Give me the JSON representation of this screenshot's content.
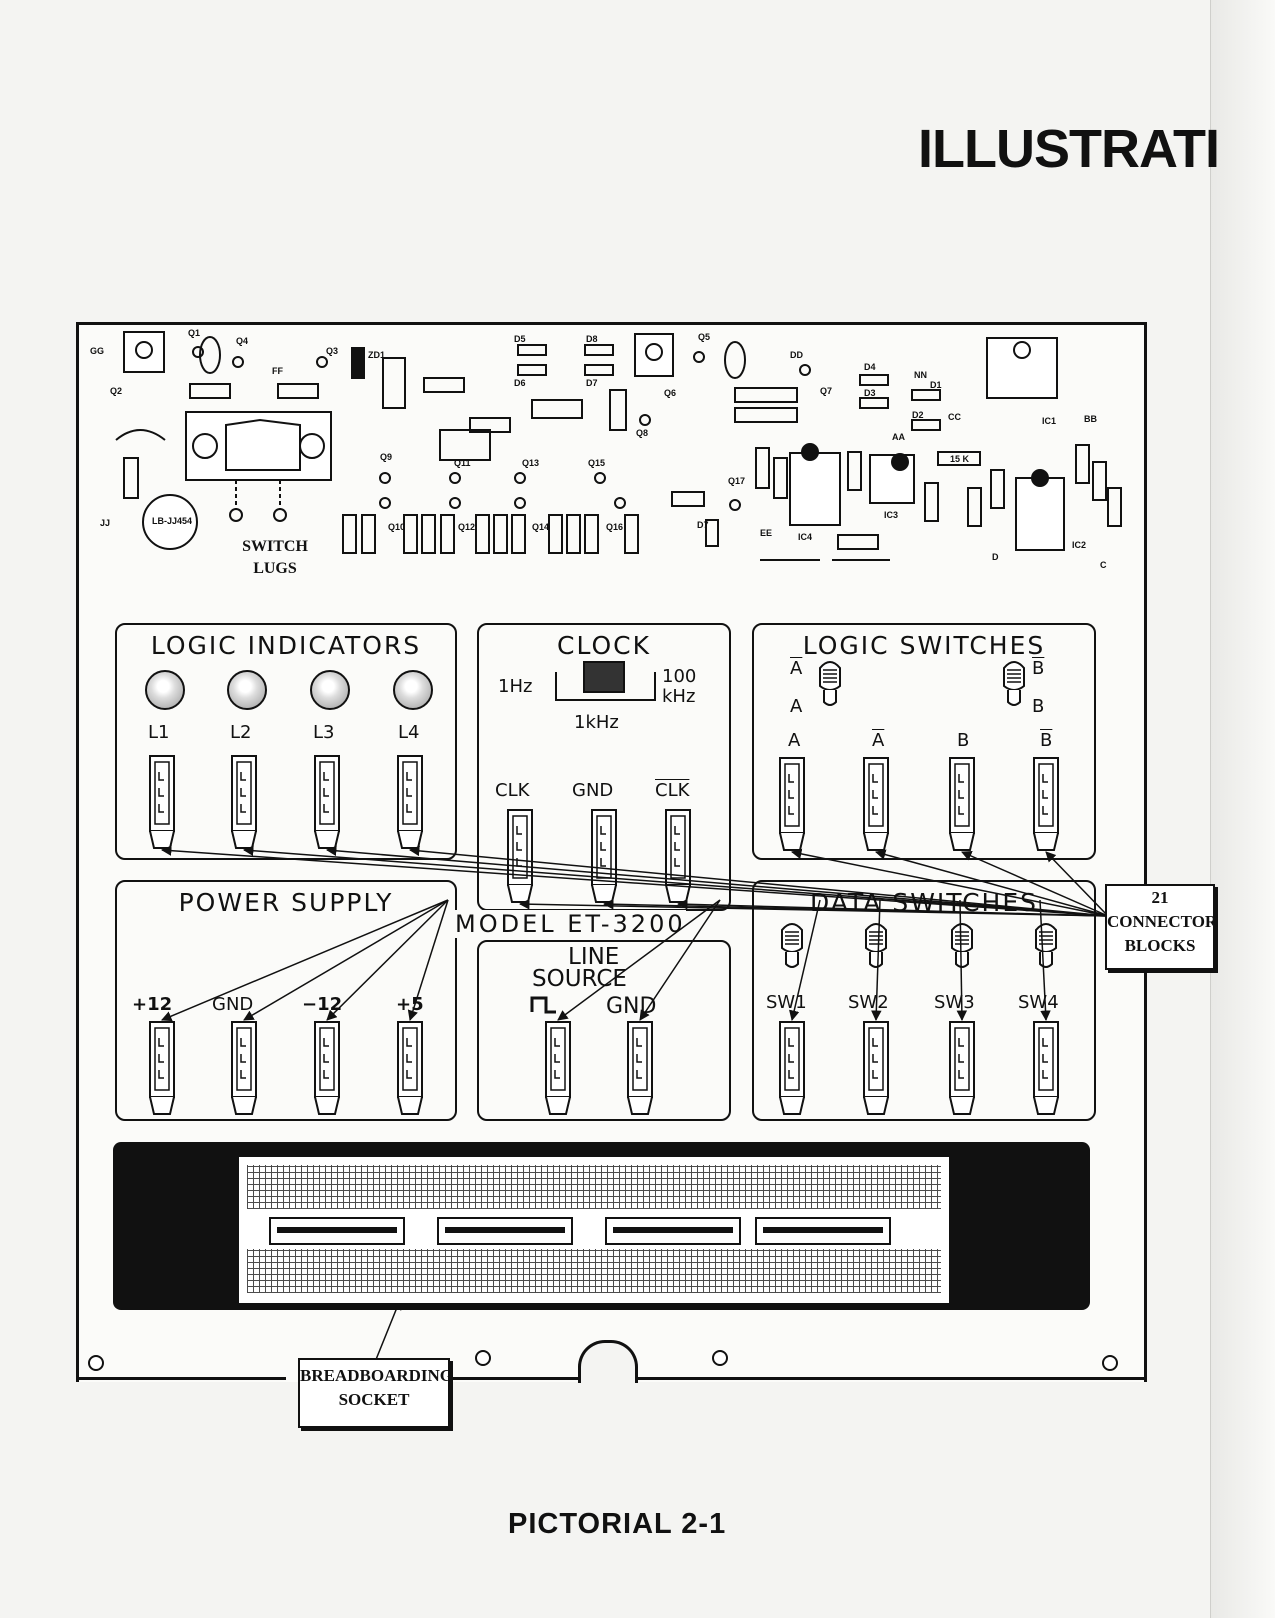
{
  "page": {
    "title": "ILLUSTRATI",
    "caption": "PICTORIAL 2-1"
  },
  "component_board": {
    "refs": [
      "GG",
      "Q2",
      "Q1",
      "Q4",
      "Q3",
      "FF",
      "ZD1",
      "D5",
      "D6",
      "D8",
      "D7",
      "Q5",
      "Q6",
      "Q8",
      "DD",
      "Q7",
      "D4",
      "D3",
      "NN",
      "D1",
      "D2",
      "CC",
      "AA",
      "IC1",
      "BB",
      "15 K",
      "IC3",
      "IC4",
      "EE",
      "IC2",
      "JJ",
      "D",
      "C",
      "Q9",
      "Q10",
      "Q11",
      "Q12",
      "Q13",
      "Q14",
      "Q15",
      "Q16",
      "Q17",
      "D7"
    ],
    "lb_label": "LB-JJ454",
    "switch_lugs": [
      "SWITCH",
      "LUGS"
    ]
  },
  "logic_indicators": {
    "title": "LOGIC INDICATORS",
    "labels": [
      "L1",
      "L2",
      "L3",
      "L4"
    ]
  },
  "clock": {
    "title": "CLOCK",
    "low": "1Hz",
    "high1": "100",
    "high2": "kHz",
    "mid": "1kHz",
    "outputs": [
      "CLK",
      "GND",
      "CLK"
    ]
  },
  "logic_switches": {
    "title": "LOGIC SWITCHES",
    "a_bar": "A",
    "a": "A",
    "b_bar": "B",
    "b": "B",
    "outputs": [
      "A",
      "A",
      "B",
      "B"
    ]
  },
  "power_supply": {
    "title": "POWER SUPPLY",
    "outputs": [
      "+12",
      "GND",
      "−12",
      "+5"
    ]
  },
  "model": {
    "label": "MODEL ET-3200"
  },
  "line_source": {
    "title1": "LINE",
    "title2": "SOURCE",
    "outputs": [
      "GND"
    ]
  },
  "data_switches": {
    "title": "DATA SWITCHES",
    "outputs": [
      "SW1",
      "SW2",
      "SW3",
      "SW4"
    ]
  },
  "callouts": {
    "connector": [
      "21",
      "CONNECTOR",
      "BLOCKS"
    ],
    "breadboard": [
      "BREADBOARDING",
      "SOCKET"
    ]
  }
}
